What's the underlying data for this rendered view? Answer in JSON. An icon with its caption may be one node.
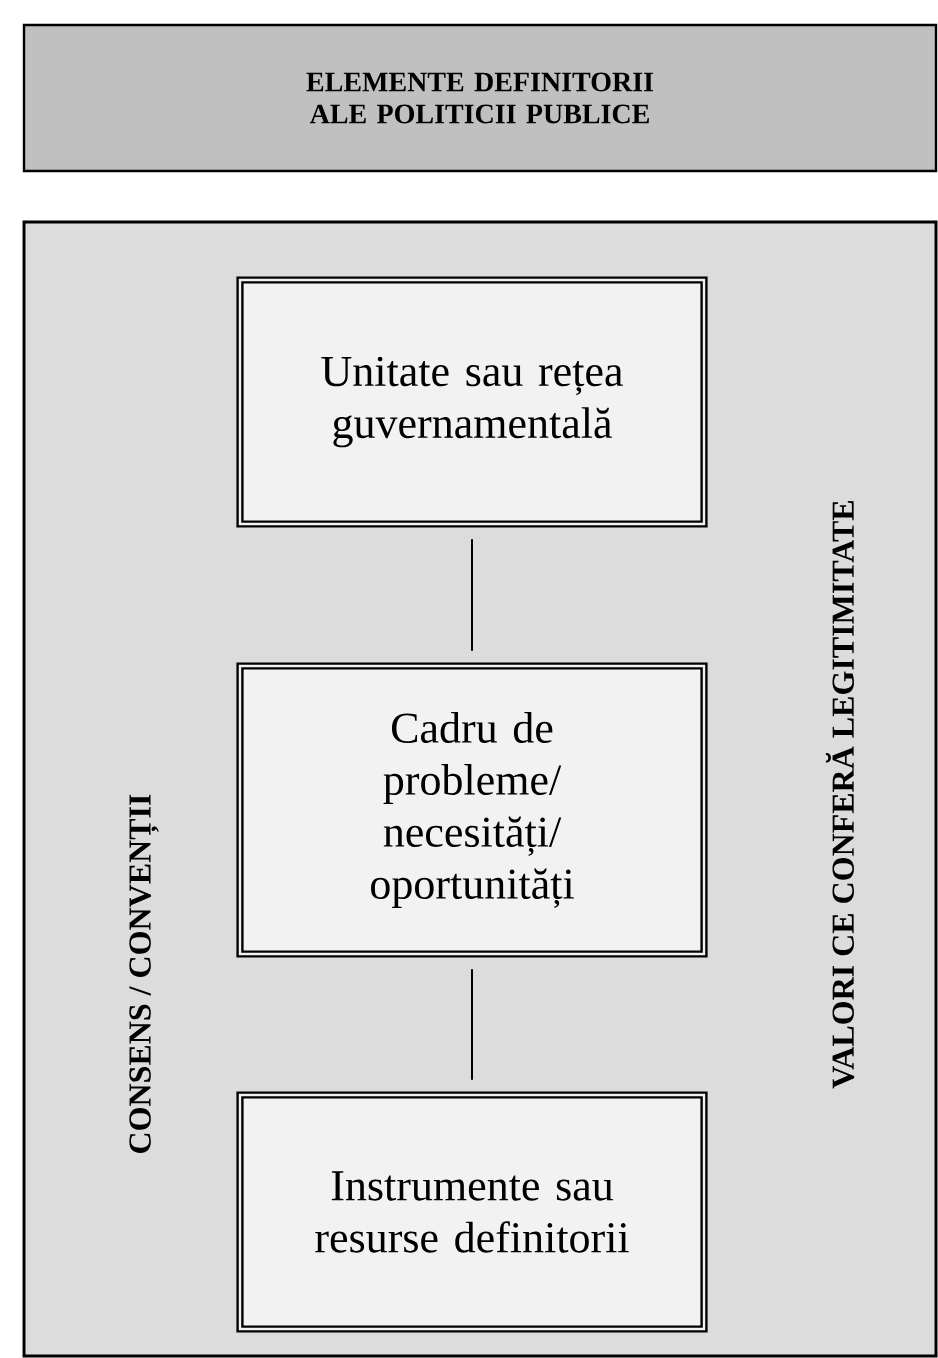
{
  "diagram": {
    "title": "ELEMENTE DEFINITORII ALE POLITICII PUBLICE",
    "nodes": [
      {
        "text": [
          "CONSENS / CONVENȚII",
          "VALORI CE CONFERĂ LEGITIMITATE"
        ]
      },
      {
        "text": [
          "Unitate sau rețea guvernamentală"
        ],
        "in": 0
      },
      {
        "text": [
          "Cadru de probleme/ necesități/ oportunități"
        ],
        "in": 0
      },
      {
        "text": [
          "Instrumente sau resurse definitorii"
        ],
        "in": 0
      }
    ],
    "edges": [
      {
        "from": 1,
        "to": 2,
        "arrow": "none"
      },
      {
        "from": 2,
        "to": 3,
        "arrow": "none"
      }
    ]
  }
}
